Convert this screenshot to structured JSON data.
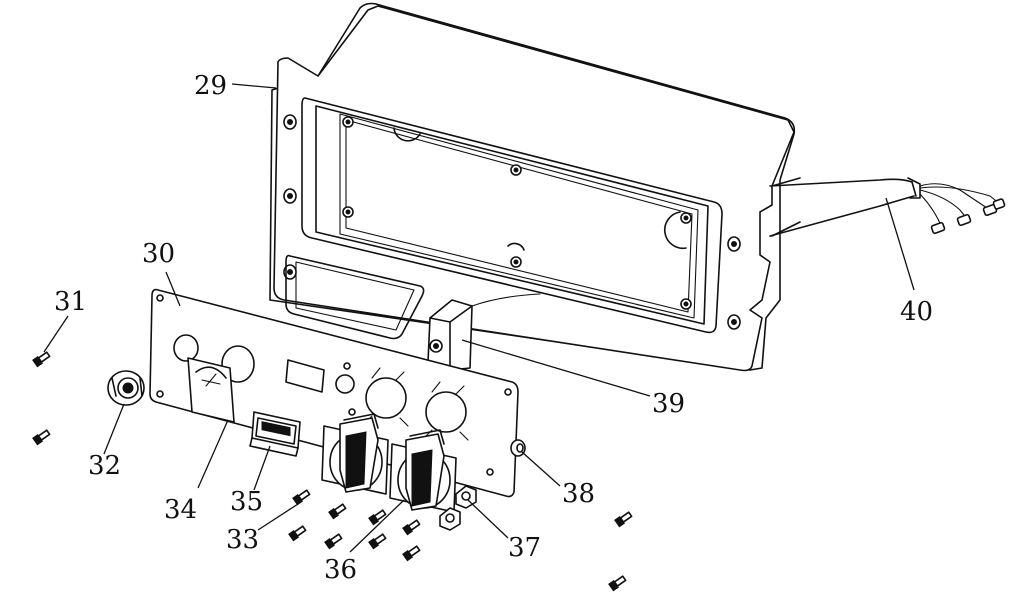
{
  "title": "Control panel assembly - exploded view",
  "parts": [
    {
      "id": "29",
      "label": "29"
    },
    {
      "id": "30",
      "label": "30"
    },
    {
      "id": "31",
      "label": "31"
    },
    {
      "id": "32",
      "label": "32"
    },
    {
      "id": "33",
      "label": "33"
    },
    {
      "id": "34",
      "label": "34"
    },
    {
      "id": "35",
      "label": "35"
    },
    {
      "id": "36",
      "label": "36"
    },
    {
      "id": "37",
      "label": "37"
    },
    {
      "id": "38",
      "label": "38"
    },
    {
      "id": "39",
      "label": "39"
    },
    {
      "id": "40",
      "label": "40"
    }
  ]
}
